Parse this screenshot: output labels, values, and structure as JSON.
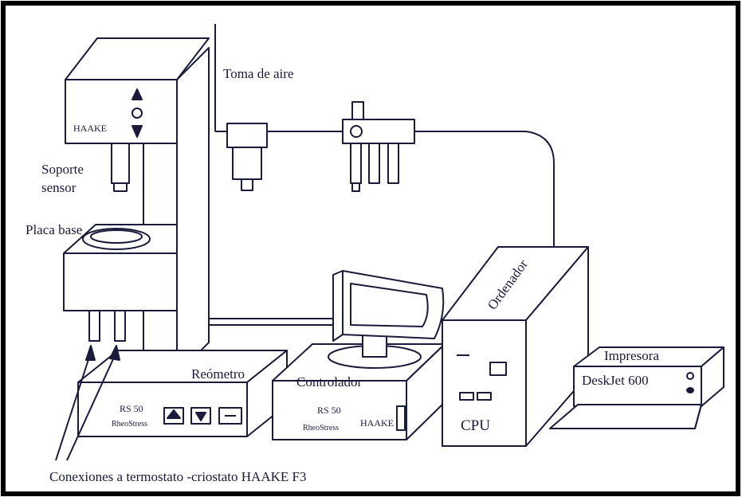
{
  "labels": {
    "air_intake": "Toma de aire",
    "sensor_support": "Soporte\nsensor",
    "base_plate": "Placa base",
    "rheometer": "Reómetro",
    "controller": "Controlador",
    "computer": "Ordenador",
    "printer": "Impresora",
    "connections": "Conexiones a termostato -criostato HAAKE F3"
  },
  "device_text": {
    "rheometer_head_brand": "HAAKE",
    "rheometer_model": "RS 50",
    "rheometer_series": "RheoStress",
    "controller_model": "RS 50",
    "controller_series": "RheoStress",
    "controller_brand": "HAAKE",
    "cpu_label": "CPU",
    "printer_model": "DeskJet 600"
  },
  "colors": {
    "line": "#1a1a3a",
    "background": "#ffffff",
    "border": "#000000"
  }
}
